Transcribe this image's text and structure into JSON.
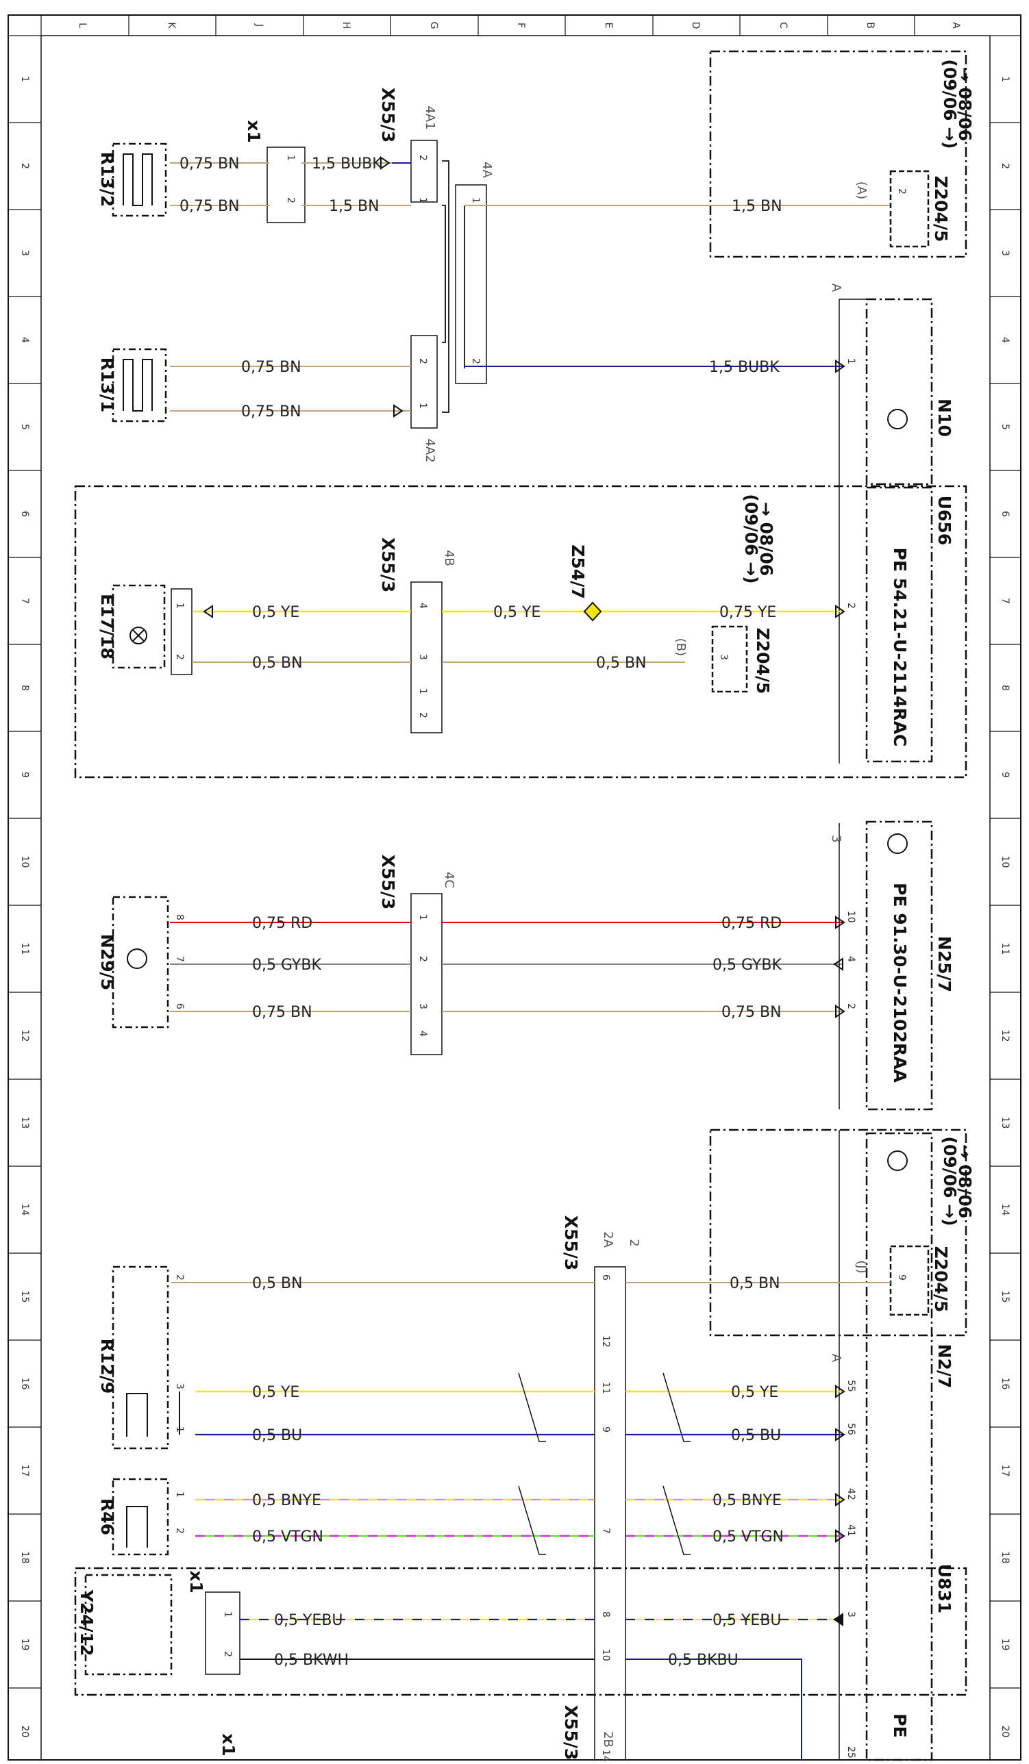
{
  "grid": {
    "rows": [
      "1",
      "2",
      "3",
      "4",
      "5",
      "6",
      "7",
      "8",
      "9",
      "10",
      "11",
      "12",
      "13",
      "14",
      "15",
      "16",
      "17",
      "18",
      "19",
      "20"
    ],
    "cols": [
      "L",
      "K",
      "J",
      "H",
      "G",
      "F",
      "E",
      "D",
      "C",
      "B",
      "A"
    ]
  },
  "components": {
    "r13_2": "R13/2",
    "r13_1": "R13/1",
    "e17_18": "E17/18",
    "n29_5": "N29/5",
    "r12_9": "R12/9",
    "r46": "R46",
    "y24_12": "Y24/12",
    "n10": "N10",
    "u656": "U656",
    "n25_7": "N25/7",
    "n2_7": "N2/7",
    "u831": "U831",
    "z204_5": "Z204/5",
    "z54_7": "Z54/7",
    "x55_3": "X55/3",
    "x1": "x1"
  },
  "date_labels": {
    "from": "→ 08/06",
    "to": "(09/06 →)"
  },
  "part_numbers": {
    "u656": "PE 54.21-U-2114RAC",
    "n25_7": "PE 91.30-U-2102RAA",
    "u831": "PE"
  },
  "connectors": {
    "c4A1": "4A1",
    "c4A": "4A",
    "c4A2": "4A2",
    "c4B": "4B",
    "c4C": "4C",
    "c2A": "2A",
    "c2": "2",
    "c2B": "2B",
    "cA": "A",
    "c3": "3",
    "pinA": "(A)",
    "pinB": "(B)",
    "pinJ": "(J)"
  },
  "wire_labels": {
    "w075bn": "0,75 BN",
    "w15bubk": "1,5 BUBK",
    "w15bn": "1,5 BN",
    "w05ye": "0,5 YE",
    "w05bn": "0,5 BN",
    "w075ye": "0,75 YE",
    "w075rd": "0,75 RD",
    "w05gybk": "0,5 GYBK",
    "w05bu": "0,5 BU",
    "w05bnye": "0,5 BNYE",
    "w05vtgn": "0,5 VTGN",
    "w05yebu": "0,5 YEBU",
    "w05bkwh": "0,5 BKWH",
    "w05bkbu": "0,5 BKBU"
  },
  "pins": {
    "p1": "1",
    "p2": "2",
    "p3": "3",
    "p4": "4",
    "p6": "6",
    "p7": "7",
    "p8": "8",
    "p9": "9",
    "p10": "10",
    "p11": "11",
    "p12": "12",
    "p14": "14",
    "p41": "41",
    "p42": "42",
    "p55": "55",
    "p56": "56",
    "p25": "25"
  },
  "colors": {
    "brown": "#c8a078",
    "blue": "#1a1aa0",
    "yellow": "#f2e800",
    "red": "#e00000",
    "gray": "#888888",
    "green": "#66dd22",
    "magenta": "#dd22dd",
    "black": "#111111"
  }
}
